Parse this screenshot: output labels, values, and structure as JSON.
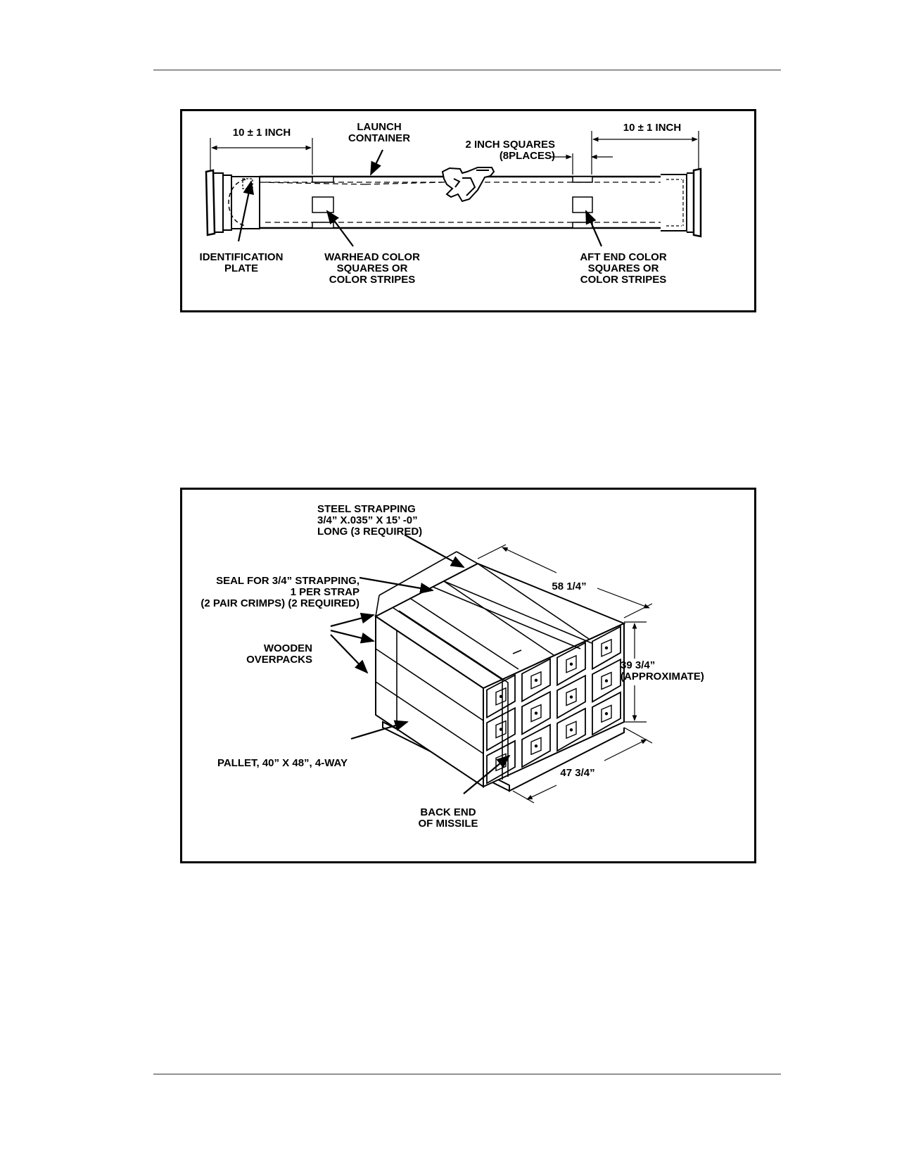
{
  "figure1": {
    "dim_left": "10 ± 1 INCH",
    "dim_right": "10 ± 1 INCH",
    "launch_container": [
      "LAUNCH",
      "CONTAINER"
    ],
    "squares": [
      "2 INCH SQUARES",
      "(8PLACES)"
    ],
    "identification_plate": [
      "IDENTIFICATION",
      "PLATE"
    ],
    "warhead_color": [
      "WARHEAD COLOR",
      "SQUARES OR",
      "COLOR STRIPES"
    ],
    "aft_end_color": [
      "AFT END COLOR",
      "SQUARES OR",
      "COLOR STRIPES"
    ]
  },
  "figure2": {
    "steel_strapping": [
      "STEEL STRAPPING",
      "3/4” X.035” X 15’ -0”",
      "LONG (3 REQUIRED)"
    ],
    "seal": [
      "SEAL FOR 3/4” STRAPPING,",
      "1 PER STRAP",
      "(2 PAIR CRIMPS) (2 REQUIRED)"
    ],
    "wooden_overpacks": [
      "WOODEN",
      "OVERPACKS"
    ],
    "pallet": "PALLET, 40” X 48”, 4-WAY",
    "back_end": [
      "BACK END",
      "OF MISSILE"
    ],
    "length": "58 1/4”",
    "height": [
      "39 3/4”",
      "(APPROXIMATE)"
    ],
    "width": "47 3/4”"
  }
}
